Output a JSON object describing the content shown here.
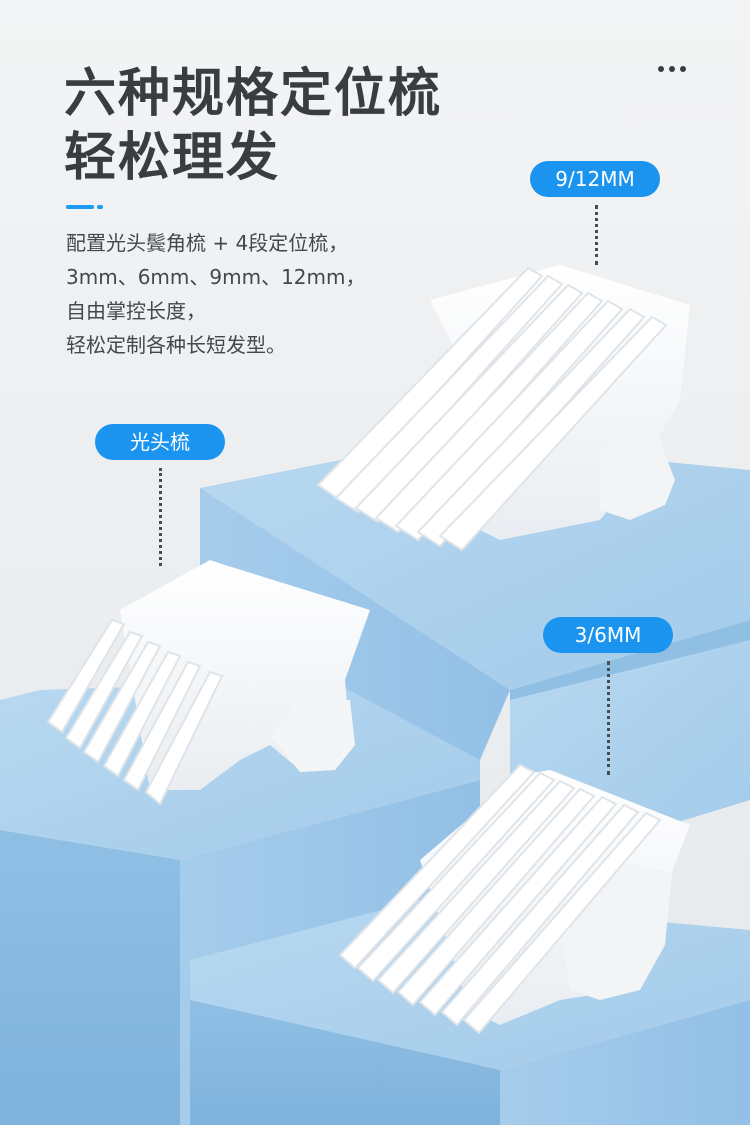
{
  "headline": {
    "line1": "六种规格定位梳",
    "line2": "轻松理发"
  },
  "description": [
    "配置光头鬓角梳 + 4段定位梳，",
    "3mm、6mm、9mm、12mm，",
    "自由掌控长度，",
    "轻松定制各种长短发型。"
  ],
  "labels": {
    "comb_a": "9/12MM",
    "comb_b": "光头梳",
    "comb_c": "3/6MM"
  },
  "colors": {
    "accent": "#1a94ee",
    "podium_top": "#a9cdea",
    "podium_front": "#8dbde3",
    "comb": "#ffffff"
  },
  "icons": {
    "more": "more-dots-icon"
  }
}
